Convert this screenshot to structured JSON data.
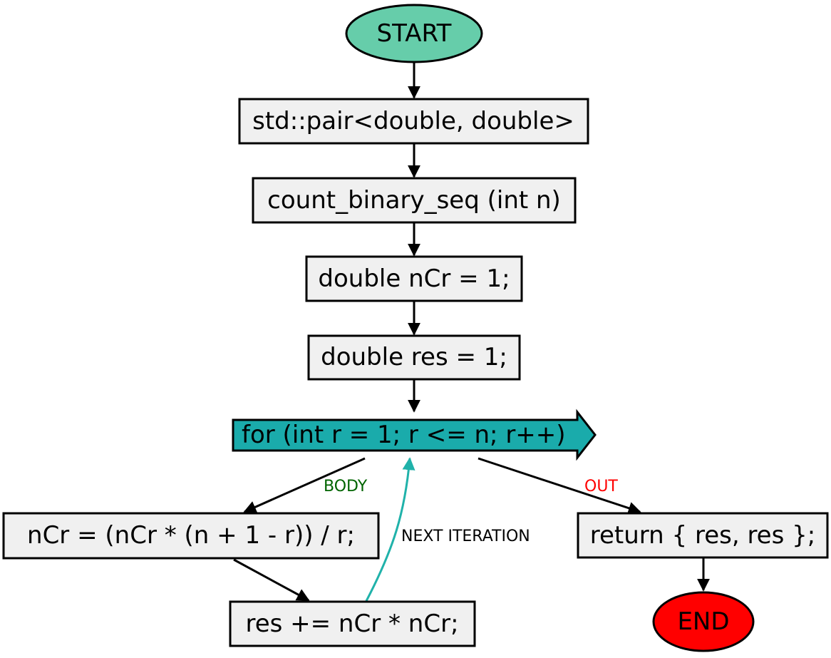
{
  "colors": {
    "start_fill": "#66cdaa",
    "end_fill": "#ff0000",
    "loop_fill": "#1aabab",
    "box_fill": "#f0f0f0",
    "body_label": "#006400",
    "out_label": "#ff0000",
    "next_edge": "#20b2aa"
  },
  "nodes": {
    "start": "START",
    "signature_type": "std::pair<double, double>",
    "signature_name": "count_binary_seq (int n)",
    "init_ncr": "double nCr = 1;",
    "init_res": "double res = 1;",
    "loop": "for (int r = 1; r <= n; r++)",
    "update_ncr": "nCr = (nCr * (n + 1 - r)) / r;",
    "update_res": "res += nCr * nCr;",
    "return_stmt": "return { res, res };",
    "end": "END"
  },
  "edges": {
    "body": "BODY",
    "out": "OUT",
    "next_iteration": "NEXT ITERATION"
  }
}
